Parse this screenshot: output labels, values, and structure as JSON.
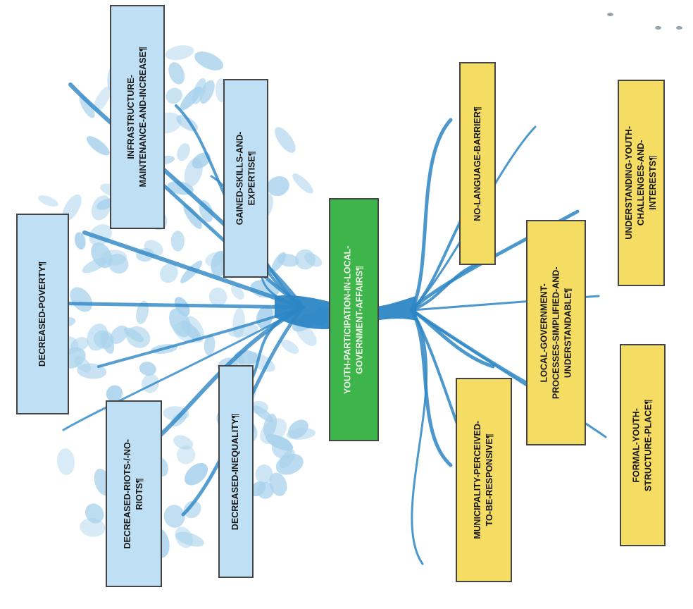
{
  "center": {
    "label": "YOUTH-PARTICIPATION-IN-LOCAL-\nGOVERNMENT-AFFAIRS¶"
  },
  "outcomes": [
    {
      "label": "DECREASED-POVERTY¶"
    },
    {
      "label": "INFRASTRUCTURE-\nMAINTENANCE-AND-INCREASE¶"
    },
    {
      "label": "GAINED-SKILLS-AND-\nEXPERTISE¶"
    },
    {
      "label": "DECREASED-RIOTS-/-NO-\nRIOTS¶"
    },
    {
      "label": "DECREASED-INEQUALITY¶"
    }
  ],
  "conditions": [
    {
      "label": "NO-LANGUAGE-BARRIER¶"
    },
    {
      "label": "UNDERSTANDING-YOUTH-\nCHALLENGES-AND-\nINTERESTS¶"
    },
    {
      "label": "LOCAL-GOVERNMENT-\nPROCESSES-SIMPLIFIED-AND-\nUNDERSTANDABLE¶"
    },
    {
      "label": "MUNICIPALITY-PERCEIVED-\nTO-BE-RESPONSIVE¶"
    },
    {
      "label": "FORMAL-YOUTH-\nSTRUCTURE-PLACE¶"
    }
  ],
  "colors": {
    "outcome_fill": "#bfe0f4",
    "condition_fill": "#f5dc62",
    "center_fill": "#3db54a",
    "tree": "#2d86c4",
    "leaf": "#a9d2ec"
  }
}
